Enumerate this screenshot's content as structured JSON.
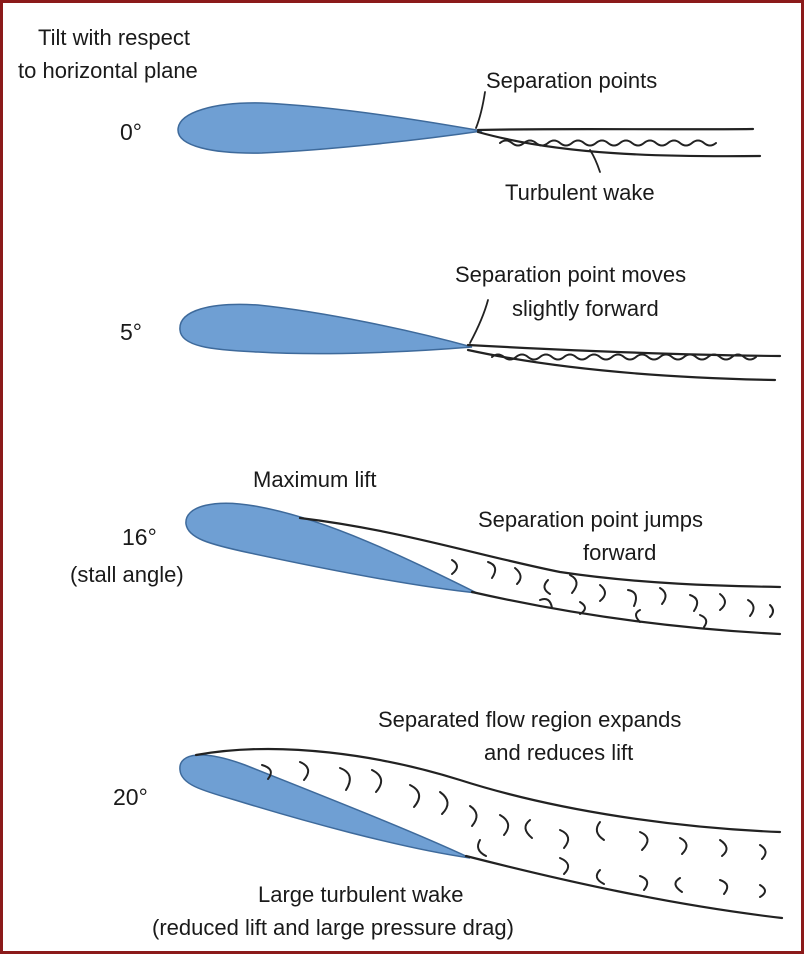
{
  "colors": {
    "border": "#8b1a1a",
    "airfoil": "#6f9fd3",
    "line": "#222222"
  },
  "header": {
    "line1": "Tilt with respect",
    "line2": "to horizontal plane"
  },
  "panels": [
    {
      "angle": "0°",
      "labels": [
        "Separation points",
        "Turbulent wake"
      ]
    },
    {
      "angle": "5°",
      "labels": [
        "Separation point moves",
        "slightly forward"
      ]
    },
    {
      "angle": "16°",
      "angle_note": "(stall angle)",
      "labels": [
        "Maximum lift",
        "Separation point jumps",
        "forward"
      ]
    },
    {
      "angle": "20°",
      "labels": [
        "Separated flow region expands",
        "and reduces lift",
        "Large turbulent wake",
        "(reduced lift and large pressure drag)"
      ]
    }
  ]
}
